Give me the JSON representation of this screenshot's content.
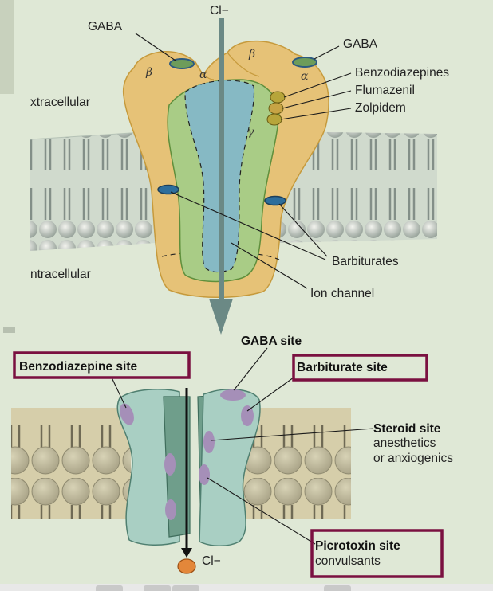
{
  "top_diagram": {
    "ion_label": "Cl−",
    "gaba_left": "GABA",
    "gaba_right": "GABA",
    "benzodiazepines": "Benzodiazepines",
    "flumazenil": "Flumazenil",
    "zolpidem": "Zolpidem",
    "extracellular": "xtracellular",
    "intracellular": "ntracellular",
    "barbiturates": "Barbiturates",
    "ion_channel": "Ion channel",
    "subunits": {
      "beta_left": "β",
      "alpha_left": "α",
      "beta_right": "β",
      "alpha_right": "α",
      "gamma": "γ"
    }
  },
  "bottom_diagram": {
    "gaba_site": "GABA site",
    "benzodiazepine_site": "Benzodiazepine site",
    "barbiturate_site": "Barbiturate site",
    "steroid_site": "Steroid site",
    "steroid_desc_1": "anesthetics",
    "steroid_desc_2": "or anxiogenics",
    "picrotoxin_site": "Picrotoxin site",
    "picrotoxin_desc": "convulsants",
    "ion_label": "Cl−"
  },
  "colors": {
    "background": "#dfe8d6",
    "receptor_outer": "#e6c277",
    "receptor_inner": "#a9cc86",
    "channel": "#86b9c4",
    "box_border": "#7a1040"
  }
}
